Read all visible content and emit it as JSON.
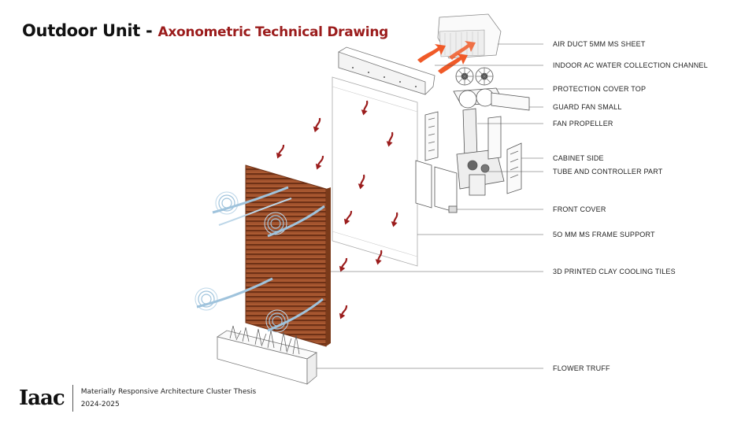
{
  "title": {
    "main": "Outdoor Unit - ",
    "sub": "Axonometric Technical Drawing"
  },
  "callouts": [
    {
      "id": "air-duct",
      "label": "AIR DUCT 5MM MS SHEET"
    },
    {
      "id": "water-channel",
      "label": "INDOOR AC WATER COLLECTION CHANNEL"
    },
    {
      "id": "protection-cover",
      "label": "PROTECTION COVER TOP"
    },
    {
      "id": "guard-fan",
      "label": "GUARD FAN  SMALL"
    },
    {
      "id": "fan-propeller",
      "label": "FAN  PROPELLER"
    },
    {
      "id": "cabinet-side",
      "label": "CABINET SIDE"
    },
    {
      "id": "tube-controller",
      "label": "TUBE AND CONTROLLER PART"
    },
    {
      "id": "front-cover",
      "label": "FRONT COVER"
    },
    {
      "id": "frame-support",
      "label": "5O MM  MS FRAME SUPPORT"
    },
    {
      "id": "clay-tiles",
      "label": "3D PRINTED CLAY COOLING TILES"
    },
    {
      "id": "flower-truff",
      "label": "FLOWER TRUFF"
    }
  ],
  "footer": {
    "logo": "Iaac",
    "line1": "Materially Responsive Architecture Cluster Thesis",
    "line2": "2024-2025"
  },
  "colors": {
    "title_accent": "#9b1c1c",
    "clay": "#a0522d",
    "clay_dark": "#6e3116",
    "hot_air": "#f05a28",
    "flow_arrow": "#9b1c1c",
    "cool_air": "#9fc3dc"
  },
  "icons": [
    "red-flow-arrow",
    "orange-heat-arrow",
    "blue-cool-air-swirl",
    "fan-icon"
  ]
}
